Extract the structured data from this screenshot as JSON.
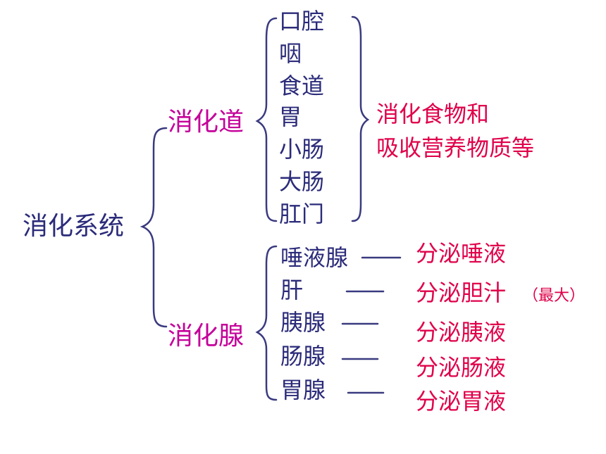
{
  "root": {
    "label": "消化系统"
  },
  "tract": {
    "label": "消化道",
    "organs": [
      "口腔",
      "咽",
      "食道",
      "胃",
      "小肠",
      "大肠",
      "肛门"
    ],
    "function_lines": [
      "消化食物和",
      "吸收营养物质等"
    ]
  },
  "glands": {
    "label": "消化腺",
    "items": [
      {
        "name": "唾液腺",
        "secretion": "分泌唾液",
        "note": ""
      },
      {
        "name": "肝",
        "secretion": "分泌胆汁",
        "note": "（最大）"
      },
      {
        "name": "胰腺",
        "secretion": "分泌胰液",
        "note": ""
      },
      {
        "name": "肠腺",
        "secretion": "分泌肠液",
        "note": ""
      },
      {
        "name": "胃腺",
        "secretion": "分泌胃液",
        "note": ""
      }
    ]
  },
  "colors": {
    "navy": "#2b2b7a",
    "magenta": "#c4009a",
    "red": "#e0004a"
  }
}
